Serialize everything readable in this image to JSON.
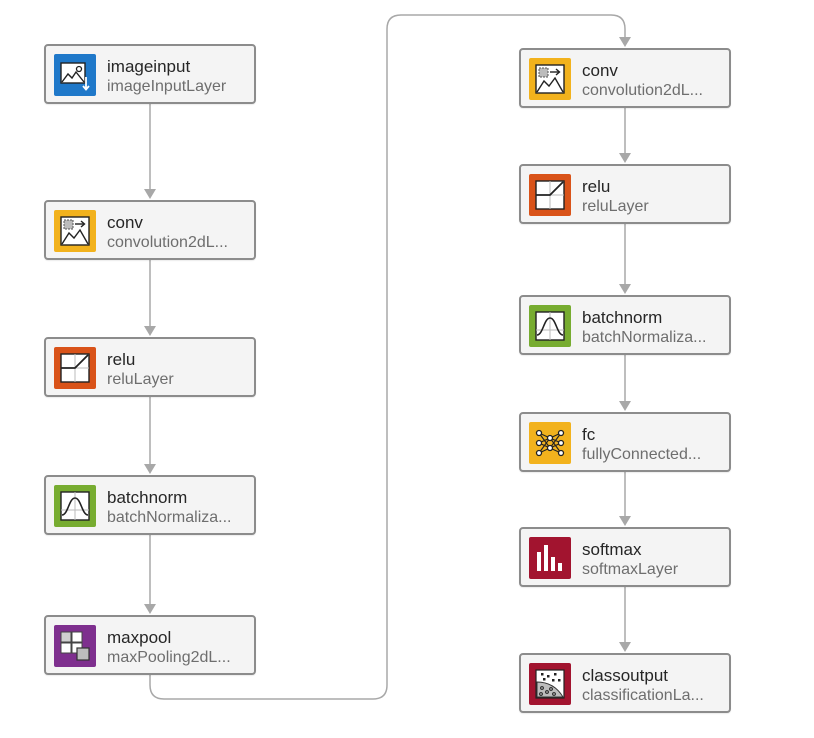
{
  "diagram": {
    "nodes": [
      {
        "id": "imageinput",
        "name": "imageinput",
        "type": "imageInputLayer",
        "icon": "image-input-icon",
        "color": "#1f78c9"
      },
      {
        "id": "conv_1",
        "name": "conv",
        "type": "convolution2dL...",
        "icon": "convolution-icon",
        "color": "#f2b21d"
      },
      {
        "id": "relu_1",
        "name": "relu",
        "type": "reluLayer",
        "icon": "relu-icon",
        "color": "#d95319"
      },
      {
        "id": "batchnorm_1",
        "name": "batchnorm",
        "type": "batchNormaliza...",
        "icon": "batchnorm-icon",
        "color": "#77ac30"
      },
      {
        "id": "maxpool",
        "name": "maxpool",
        "type": "maxPooling2dL...",
        "icon": "maxpool-icon",
        "color": "#7e2f8e"
      },
      {
        "id": "conv_2",
        "name": "conv",
        "type": "convolution2dL...",
        "icon": "convolution-icon",
        "color": "#f2b21d"
      },
      {
        "id": "relu_2",
        "name": "relu",
        "type": "reluLayer",
        "icon": "relu-icon",
        "color": "#d95319"
      },
      {
        "id": "batchnorm_2",
        "name": "batchnorm",
        "type": "batchNormaliza...",
        "icon": "batchnorm-icon",
        "color": "#77ac30"
      },
      {
        "id": "fc",
        "name": "fc",
        "type": "fullyConnected...",
        "icon": "fully-connected-icon",
        "color": "#f2b21d"
      },
      {
        "id": "softmax",
        "name": "softmax",
        "type": "softmaxLayer",
        "icon": "softmax-icon",
        "color": "#a2142f"
      },
      {
        "id": "classoutput",
        "name": "classoutput",
        "type": "classificationLa...",
        "icon": "classification-output-icon",
        "color": "#a2142f"
      }
    ],
    "edges": [
      [
        "imageinput",
        "conv_1"
      ],
      [
        "conv_1",
        "relu_1"
      ],
      [
        "relu_1",
        "batchnorm_1"
      ],
      [
        "batchnorm_1",
        "maxpool"
      ],
      [
        "maxpool",
        "conv_2"
      ],
      [
        "conv_2",
        "relu_2"
      ],
      [
        "relu_2",
        "batchnorm_2"
      ],
      [
        "batchnorm_2",
        "fc"
      ],
      [
        "fc",
        "softmax"
      ],
      [
        "softmax",
        "classoutput"
      ]
    ],
    "edge_color": "#a8a8a8"
  }
}
